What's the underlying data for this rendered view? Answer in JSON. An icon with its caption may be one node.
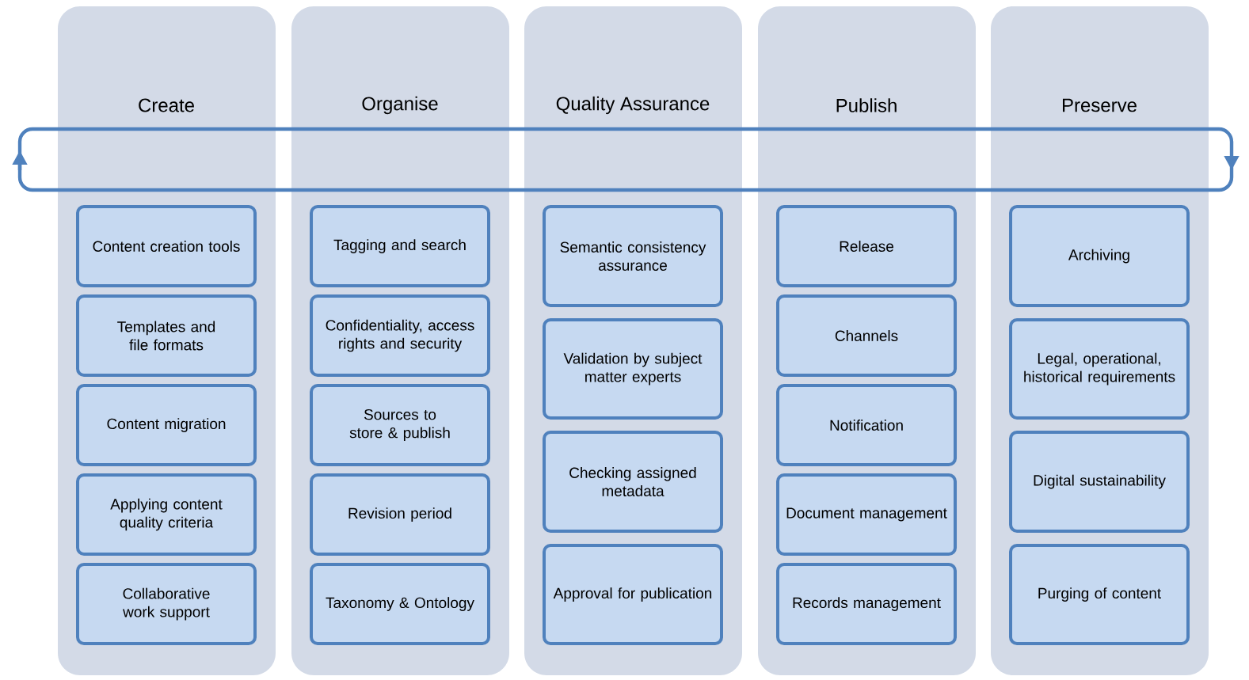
{
  "diagram": {
    "nodes": [
      {
        "text": [
          "Create"
        ]
      },
      {
        "text": [
          "Content creation tools"
        ],
        "in": 0
      },
      {
        "text": [
          "Templates and file formats"
        ],
        "in": 0
      },
      {
        "text": [
          "Content migration"
        ],
        "in": 0
      },
      {
        "text": [
          "Applying content quality criteria"
        ],
        "in": 0
      },
      {
        "text": [
          "Collaborative work support"
        ],
        "in": 0
      },
      {
        "text": [
          "Organise"
        ]
      },
      {
        "text": [
          "Tagging and search"
        ],
        "in": 6
      },
      {
        "text": [
          "Confidentiality, access rights and security"
        ],
        "in": 6
      },
      {
        "text": [
          "Sources to store & publish"
        ],
        "in": 6
      },
      {
        "text": [
          "Revision period"
        ],
        "in": 6
      },
      {
        "text": [
          "Taxonomy & Ontology"
        ],
        "in": 6
      },
      {
        "text": [
          "Quality Assurance"
        ]
      },
      {
        "text": [
          "Semantic consistency assurance"
        ],
        "in": 12
      },
      {
        "text": [
          "Validation by subject matter experts"
        ],
        "in": 12
      },
      {
        "text": [
          "Checking assigned metadata"
        ],
        "in": 12
      },
      {
        "text": [
          "Approval for publication"
        ],
        "in": 12
      },
      {
        "text": [
          "Publish"
        ]
      },
      {
        "text": [
          "Release"
        ],
        "in": 17
      },
      {
        "text": [
          "Channels"
        ],
        "in": 17
      },
      {
        "text": [
          "Notification"
        ],
        "in": 17
      },
      {
        "text": [
          "Document management"
        ],
        "in": 17
      },
      {
        "text": [
          "Records management"
        ],
        "in": 17
      },
      {
        "text": [
          "Preserve"
        ]
      },
      {
        "text": [
          "Archiving"
        ],
        "in": 23
      },
      {
        "text": [
          "Legal, operational, historical requirements"
        ],
        "in": 23
      },
      {
        "text": [
          "Digital sustainability"
        ],
        "in": 23
      },
      {
        "text": [
          "Purging of content"
        ],
        "in": 23
      }
    ]
  }
}
